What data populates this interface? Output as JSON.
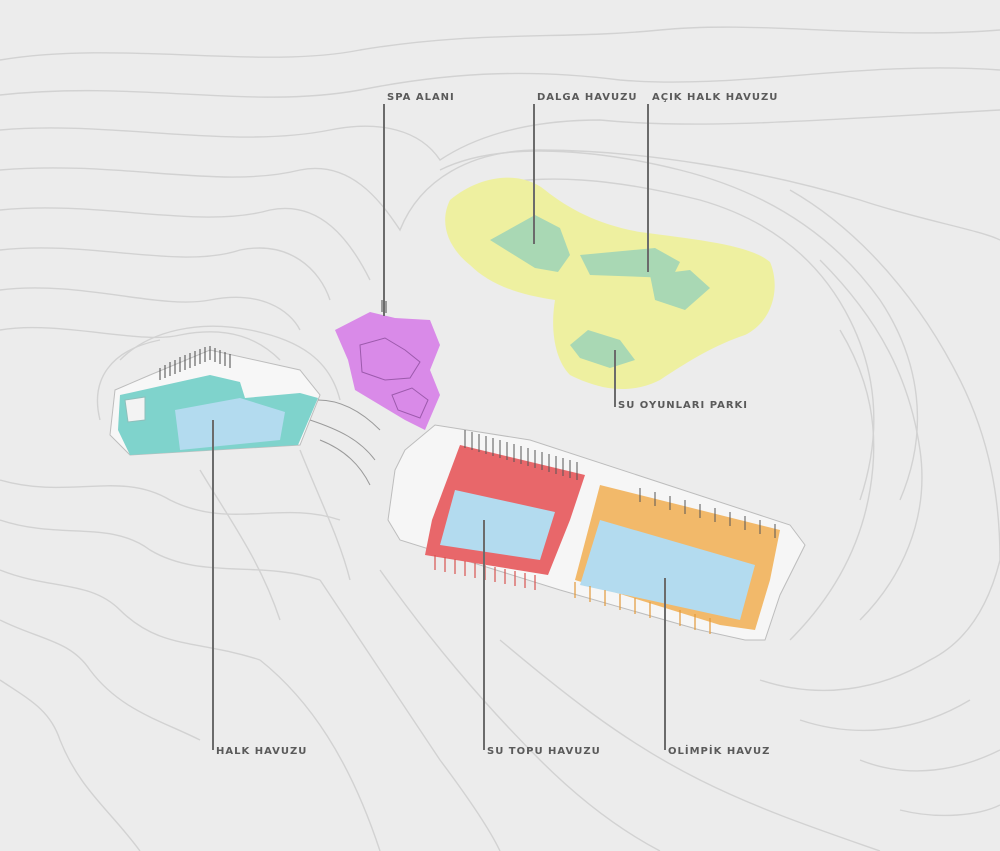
{
  "labels": {
    "spa": "SPA ALANI",
    "dalga": "DALGA HAVUZU",
    "acik_halk": "AÇIK HALK HAVUZU",
    "su_oyunlari": "SU OYUNLARI PARKI",
    "halk": "HALK HAVUZU",
    "su_topu": "SU TOPU HAVUZU",
    "olimpik": "OLİMPİK HAVUZ"
  },
  "colors": {
    "background": "#ececec",
    "contour": "#d4d4d4",
    "spa_zone": "#d98ae8",
    "yellow_zone": "#eef0a0",
    "green_pool": "#a9d8b4",
    "halk_building": "#7fd3cc",
    "pool_water": "#b3dbef",
    "water_polo_zone": "#e8676a",
    "olympic_zone": "#f2b96a",
    "leader_line": "#6b6b6b",
    "label_text": "#5a5a5a"
  }
}
